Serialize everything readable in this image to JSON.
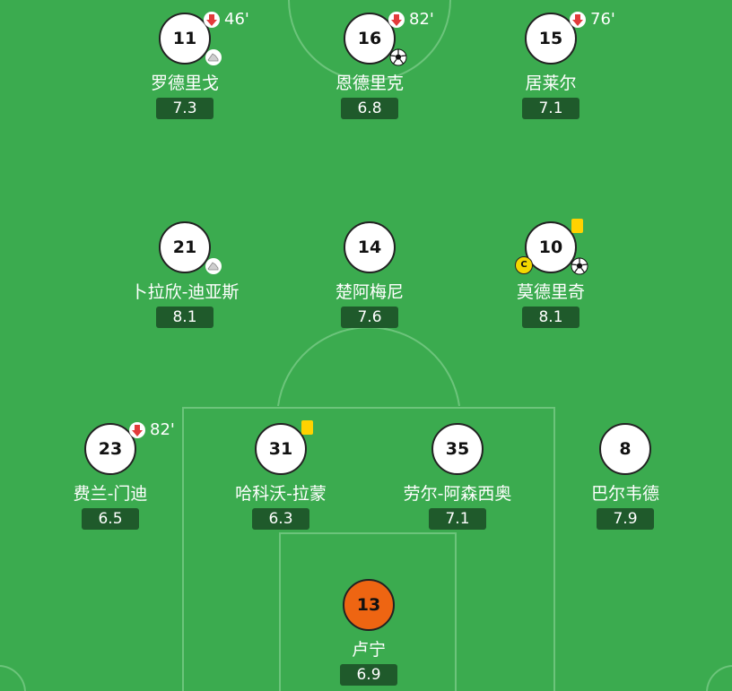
{
  "colors": {
    "pitch": "#3bab4f",
    "rating_bg": "#1f5a2b",
    "goalkeeper": "#ee6512",
    "yellow_card": "#ffd200",
    "sub_off": "#e23b3b"
  },
  "players": [
    {
      "id": "p11",
      "number": "11",
      "name": "罗德里戈",
      "rating": "7.3",
      "sub_time": "46'",
      "icons": [
        "sub-off-icon",
        "boot-icon"
      ]
    },
    {
      "id": "p16",
      "number": "16",
      "name": "恩德里克",
      "rating": "6.8",
      "sub_time": "82'",
      "icons": [
        "sub-off-icon",
        "soccer-ball-icon"
      ]
    },
    {
      "id": "p15",
      "number": "15",
      "name": "居莱尔",
      "rating": "7.1",
      "sub_time": "76'",
      "icons": [
        "sub-off-icon"
      ]
    },
    {
      "id": "p21",
      "number": "21",
      "name": "卜拉欣-迪亚斯",
      "rating": "8.1",
      "icons": [
        "boot-icon"
      ]
    },
    {
      "id": "p14",
      "number": "14",
      "name": "楚阿梅尼",
      "rating": "7.6",
      "icons": []
    },
    {
      "id": "p10",
      "number": "10",
      "name": "莫德里奇",
      "rating": "8.1",
      "captain_label": "C",
      "icons": [
        "yellow-card-icon",
        "soccer-ball-icon",
        "captain-badge"
      ]
    },
    {
      "id": "p23",
      "number": "23",
      "name": "费兰-门迪",
      "rating": "6.5",
      "sub_time": "82'",
      "icons": [
        "sub-off-icon"
      ]
    },
    {
      "id": "p31",
      "number": "31",
      "name": "哈科沃-拉蒙",
      "rating": "6.3",
      "icons": [
        "yellow-card-icon"
      ]
    },
    {
      "id": "p35",
      "number": "35",
      "name": "劳尔-阿森西奥",
      "rating": "7.1",
      "icons": []
    },
    {
      "id": "p8",
      "number": "8",
      "name": "巴尔韦德",
      "rating": "7.9",
      "icons": []
    },
    {
      "id": "p13",
      "number": "13",
      "name": "卢宁",
      "rating": "6.9",
      "goalkeeper": true,
      "icons": []
    }
  ]
}
